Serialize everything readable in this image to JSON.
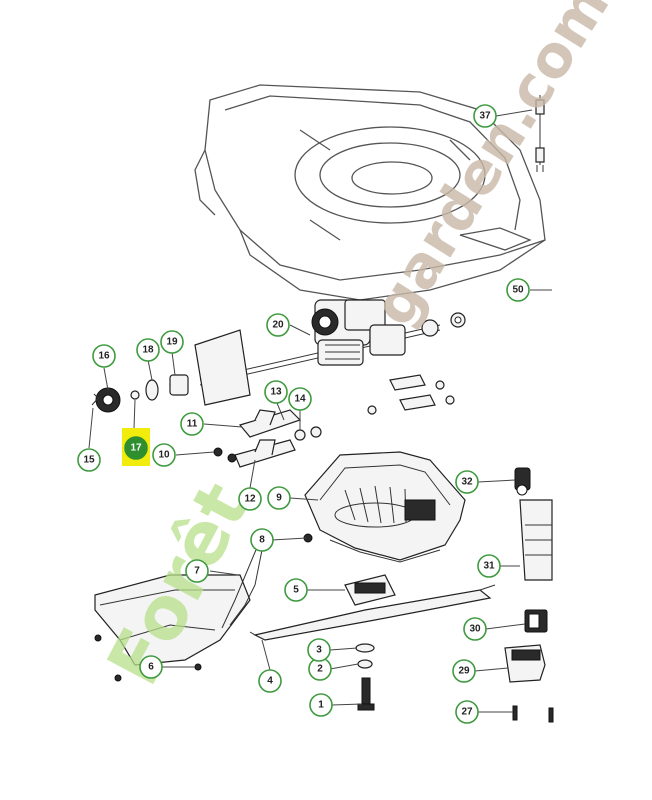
{
  "callouts": [
    {
      "id": "c1",
      "label": "1"
    },
    {
      "id": "c2",
      "label": "2"
    },
    {
      "id": "c3",
      "label": "3"
    },
    {
      "id": "c4",
      "label": "4"
    },
    {
      "id": "c5",
      "label": "5"
    },
    {
      "id": "c6",
      "label": "6"
    },
    {
      "id": "c7",
      "label": "7"
    },
    {
      "id": "c8",
      "label": "8"
    },
    {
      "id": "c9",
      "label": "9"
    },
    {
      "id": "c10",
      "label": "10"
    },
    {
      "id": "c11",
      "label": "11"
    },
    {
      "id": "c12",
      "label": "12"
    },
    {
      "id": "c13",
      "label": "13"
    },
    {
      "id": "c14",
      "label": "14"
    },
    {
      "id": "c15",
      "label": "15"
    },
    {
      "id": "c16",
      "label": "16"
    },
    {
      "id": "c17",
      "label": "17",
      "highlighted": true
    },
    {
      "id": "c18",
      "label": "18"
    },
    {
      "id": "c19",
      "label": "19"
    },
    {
      "id": "c20",
      "label": "20"
    },
    {
      "id": "c27",
      "label": "27"
    },
    {
      "id": "c29",
      "label": "29"
    },
    {
      "id": "c30",
      "label": "30"
    },
    {
      "id": "c31",
      "label": "31"
    },
    {
      "id": "c32",
      "label": "32"
    },
    {
      "id": "c37",
      "label": "37"
    },
    {
      "id": "c50",
      "label": "50"
    }
  ],
  "watermark": {
    "brand": "Forêt",
    "domain": "garden.com"
  },
  "colors": {
    "callout_border": "#3e9a3e",
    "highlight_fill": "#2f8f2f",
    "highlight_box": "#f2ec0c"
  }
}
